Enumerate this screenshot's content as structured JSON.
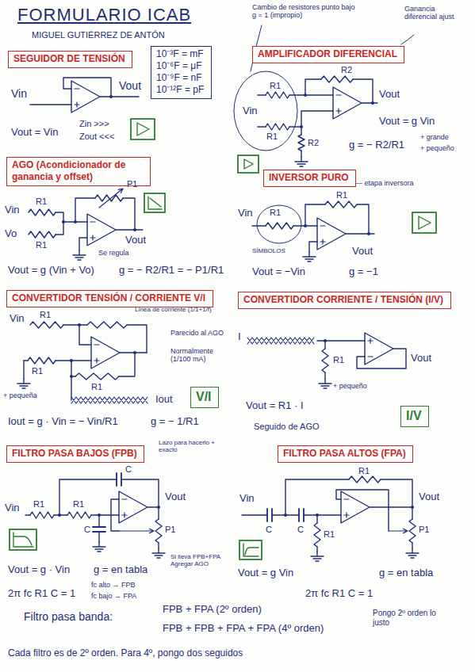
{
  "diagram": {
    "title": "FORMULARIO ICAB",
    "nodes": [
      {
        "text": [
          "SEGUIDOR DE TENSIÓN"
        ]
      },
      {
        "text": [
          "10⁻³F = mF",
          "10⁻⁶F = μF",
          "10⁻⁹F = nF",
          "10⁻¹²F = pF"
        ]
      },
      {
        "text": [
          "AGO (Acondicionador de ganancia y offset)"
        ]
      },
      {
        "text": [
          "CONVERTIDOR TENSIÓN / CORRIENTE V/I"
        ]
      },
      {
        "text": [
          "V/I"
        ]
      },
      {
        "text": [
          "FILTRO PASA BAJOS (FPB)"
        ]
      },
      {
        "text": [
          "AMPLIFICADOR DIFERENCIAL"
        ]
      },
      {
        "text": [
          "INVERSOR PURO"
        ]
      },
      {
        "text": [
          "CONVERTIDOR CORRIENTE / TENSIÓN (I/V)"
        ]
      },
      {
        "text": [
          "I/V"
        ]
      },
      {
        "text": [
          "FILTRO PASA ALTOS (FPA)"
        ]
      }
    ],
    "labels": [
      "MIGUEL GUTIÉRREZ DE ANTÓN",
      "Cambio de resistores punto bajo g = 1 (impropio)",
      "Ganancia diferencial ajust",
      "Vin",
      "Vout",
      "Zin >>>",
      "Zout <<<",
      "Vout = Vin",
      "Vin",
      "Vo",
      "R1",
      "R1",
      "P1",
      "Se regula",
      "Vout",
      "Vout = g (Vin + Vo)",
      "g = − R2/R1 = − P1/R1",
      "Línea de corriente (1/1+1/f)",
      "Parecido al AGO",
      "Normalmente (1/100 mA)",
      "Vin",
      "R1",
      "R1",
      "R1",
      "+ pequeña",
      "Iout",
      "Iout = g · Vin = − Vin/R1",
      "g = − 1/R1",
      "Lazo para hacerlo + exacto",
      "Vin",
      "R1",
      "R1",
      "C",
      "C",
      "P1",
      "Vout",
      "Vout = g · Vin",
      "g = en tabla",
      "Si lleva FPB+FPA Agregar AGO",
      "2π fc R1 C = 1",
      "fc alto → FPB",
      "fc bajo → FPA",
      "Filtro pasa banda:",
      "FPB + FPA (2º orden)",
      "FPB + FPB + FPA + FPA (4º orden)",
      "Pongo 2º orden lo justo",
      "Cada filtro es de 2º orden. Para 4º, pongo dos seguidos",
      "R1",
      "R2",
      "Vin",
      "R1",
      "R2",
      "Vout",
      "Vout = g Vin",
      "g = − R2/R1",
      "+ grande",
      "+ pequeño",
      "— etapa inversora",
      "R1",
      "R1",
      "Vin",
      "SÍMBOLOS",
      "Vout",
      "Vout = −Vin",
      "g = −1",
      "I",
      "R1",
      "+ pequeño",
      "Vout",
      "Vout = R1 · I",
      "Seguido de AGO",
      "Vin",
      "C",
      "C",
      "R1",
      "R1",
      "Vout",
      "P1",
      "Vout = g Vin",
      "g = en tabla",
      "2π fc R1 C = 1"
    ]
  }
}
